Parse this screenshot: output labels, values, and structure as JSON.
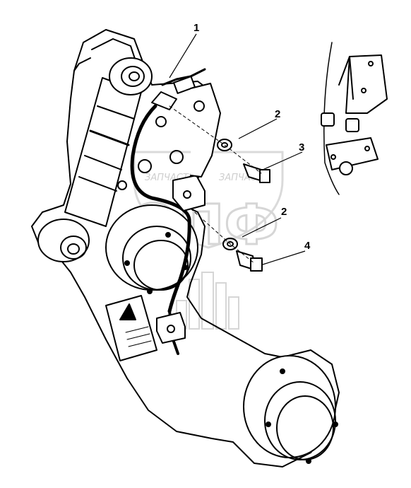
{
  "watermark": {
    "left_word": "ЗАПЧАСТИ",
    "right_word": "ЗАПЧАСТИ",
    "big_letters": "ЭПФ"
  },
  "callouts": [
    {
      "id": "1",
      "label": "1"
    },
    {
      "id": "2a",
      "label": "2"
    },
    {
      "id": "3",
      "label": "3"
    },
    {
      "id": "2b",
      "label": "2"
    },
    {
      "id": "4",
      "label": "4"
    }
  ],
  "colors": {
    "line": "#000000",
    "watermark": "#d0d0d0",
    "background": "#ffffff"
  }
}
